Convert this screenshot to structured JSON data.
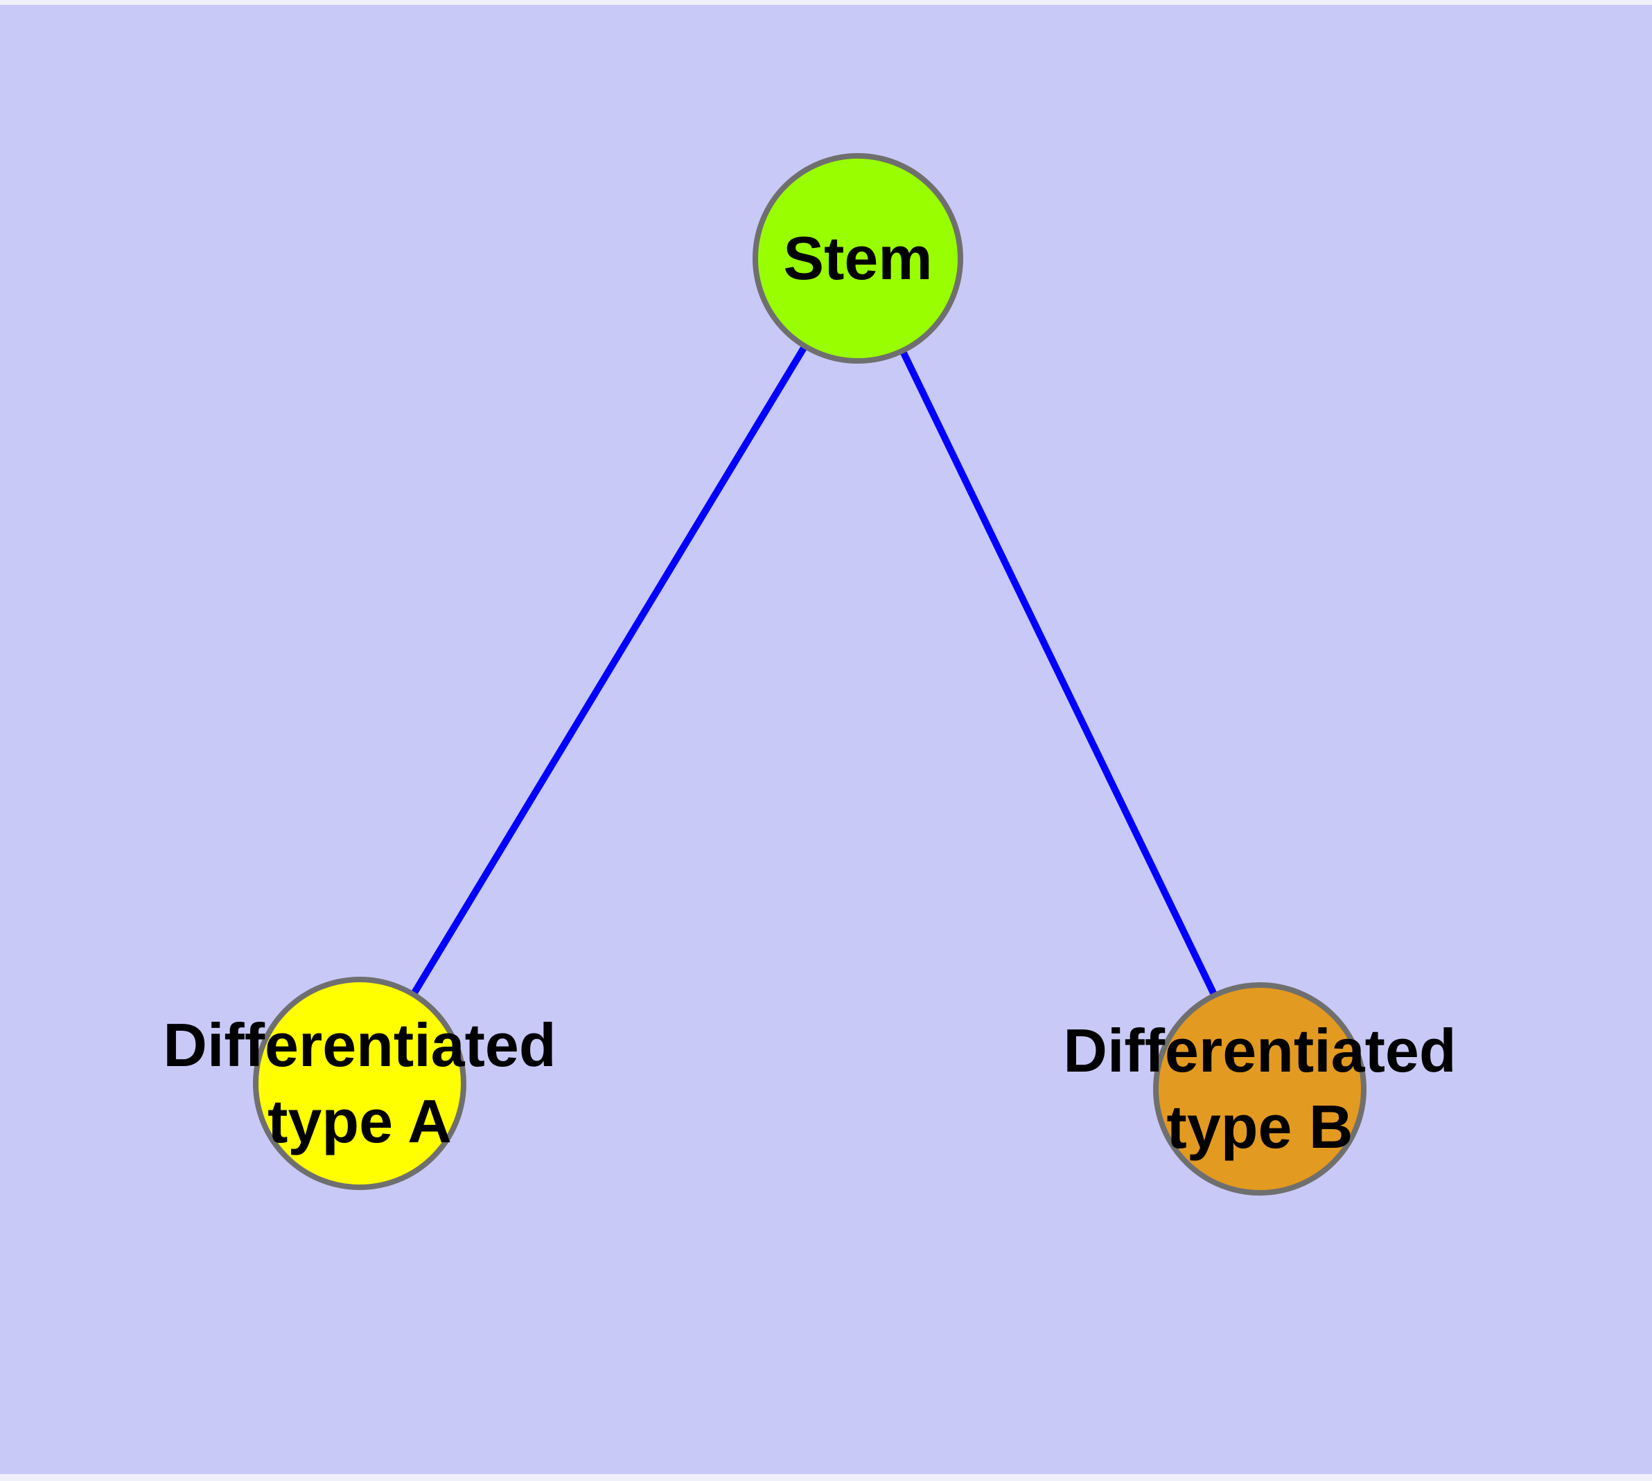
{
  "diagram": {
    "type": "graph",
    "background_color": "#c9c9f7",
    "margin_strip_color": "#f0f0fa",
    "text_color": "#000000",
    "node_border_color": "#6f6f6f",
    "edge_color": "#0000ff",
    "nodes": [
      {
        "id": "stem",
        "label": "Stem",
        "fill": "#99ff00"
      },
      {
        "id": "differentiated-type-a",
        "label_line1": "Differentiated",
        "label_line2": "type A",
        "fill": "#ffff00"
      },
      {
        "id": "differentiated-type-b",
        "label_line1": "Differentiated",
        "label_line2": "type B",
        "fill": "#e39a20"
      }
    ],
    "edges": [
      {
        "from": "Stem",
        "to": "Differentiated type A",
        "color": "#0000ff"
      },
      {
        "from": "Stem",
        "to": "Differentiated type B",
        "color": "#0000ff"
      }
    ]
  }
}
